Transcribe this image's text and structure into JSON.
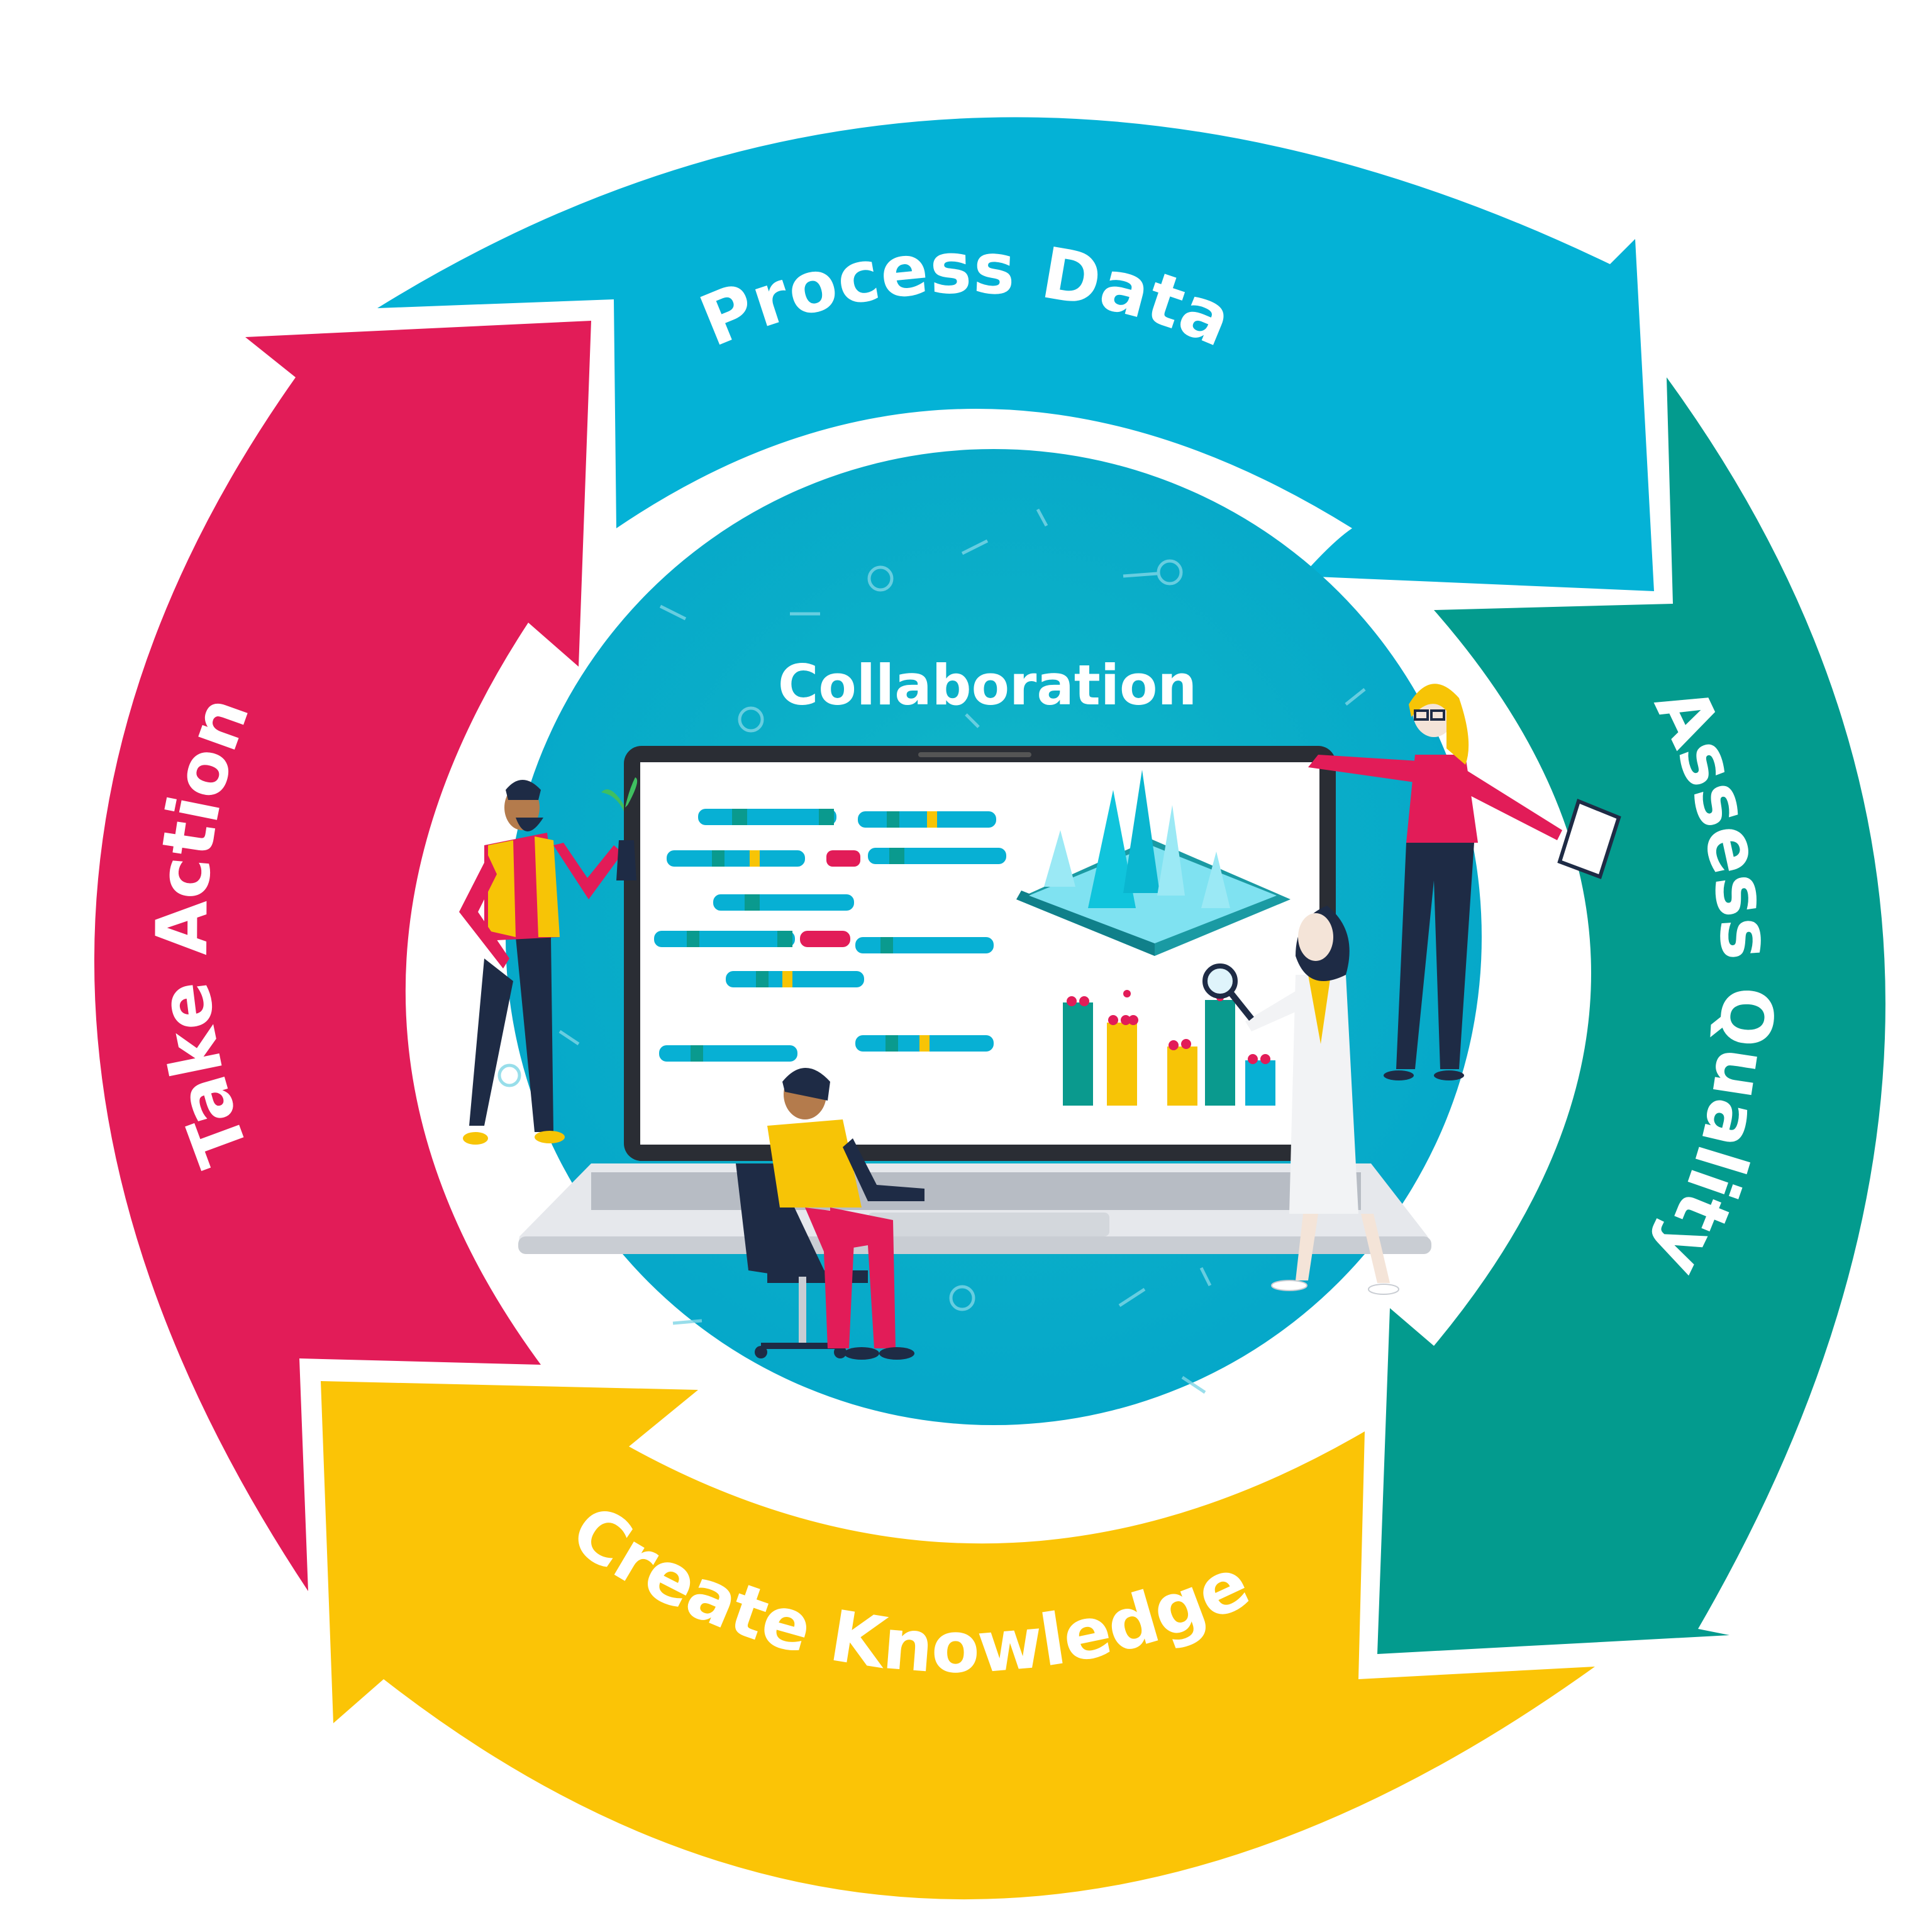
{
  "center": {
    "label": "Collaboration"
  },
  "stages": [
    {
      "label": "Process Data",
      "color": "#04b2d6"
    },
    {
      "label": "Assess Quality",
      "color": "#039b8e"
    },
    {
      "label": "Create Knowledge",
      "color": "#fbc406"
    },
    {
      "label": "Take Action",
      "color": "#e21c58"
    }
  ],
  "palette": {
    "inner_circle": "#05aac8",
    "background": "#ffffff",
    "screen": "#ffffff",
    "laptop_frame": "#2a2d34"
  }
}
